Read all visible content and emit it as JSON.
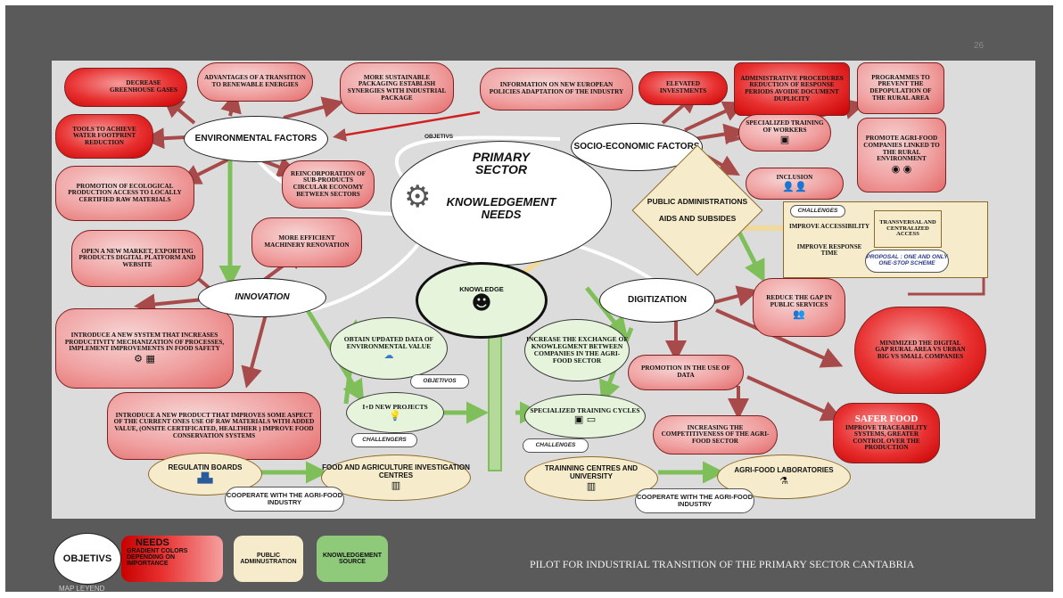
{
  "slide_number": "26",
  "footer": "PILOT FOR INDUSTRIAL TRANSITION OF THE PRIMARY SECTOR CANTABRIA",
  "legend": {
    "objetivs": "OBJETIVS",
    "needs_title": "NEEDS",
    "needs_text": "GRADIENT COLORS DEPENDING ON IMPORTANCE",
    "public": "PUBLIC ADMINUSTRATION",
    "knowledge": "KNOWLEDGEMENT SOURCE",
    "caption": "MAP LEYEND"
  },
  "colors": {
    "need": "#f0a0a0",
    "need_strong": "#e83030",
    "public": "#f6eccc",
    "knowledge": "#e6f4dc",
    "red_arrow": "#a84a4a",
    "green_arrow": "#7fbf5a"
  },
  "center": {
    "primary_sector": "PRIMARY SECTOR",
    "knowledgement_needs": "KNOWLEDGEMENT NEEDS"
  },
  "objectives": {
    "environmental": "ENVIRONMENTAL FACTORS",
    "socio": "SOCIO-ECONOMIC FACTORS",
    "innovation": "INNOVATION",
    "digitization": "DIGITIZATION"
  },
  "public_admin": {
    "title": "PUBLIC ADMINISTRATIONS",
    "subtitle": "AIDS AND SUBSIDES"
  },
  "challenges_box": {
    "label": "CHALLENGES",
    "improve_access": "IMPROVE ACCESSIBILITY",
    "improve_response": "IMPROVE RESPONSE TIME",
    "transversal": "TRANSVERSAL AND CENTRALIZED ACCESS",
    "proposal": "PROPOSAL : ONE AND ONLY ONE-STOP SCHEME"
  },
  "arrow_labels": {
    "objetivs": "OBJETIVS"
  },
  "needs": {
    "decrease_gases": "DECREASE GREENHOUSE GASES",
    "advantages": "ADVANTAGES OF A TRANSITION TO RENEWABLE ENERGIES",
    "packaging": "MORE SUSTAINABLE PACKAGING ESTABLISH SYNERGIES WITH INDUSTRIAL PACKAGE",
    "information": "INFORMATION ON NEW EUROPEAN POLICIES ADAPTATION OF THE INDUSTRY",
    "investments": "ELEVATED INVESTMENTS",
    "admin_procedures": "ADMINISTRATIVE PROCEDURES REDUCTION OF RESPONSE PERIODS AVOIDE DOCUMENT DUPLICITY",
    "programmes": "PROGRAMMES TO PREVENT THE DEPOPULATION OF THE RURAL AREA",
    "tools_water": "TOOLS TO ACHIEVE WATER FOOTPRINT REDUCTION",
    "training_workers": "SPECIALIZED TRAINING OF WORKERS",
    "promote_agri": "PROMOTE AGRI-FOOD COMPANIES LINKED TO THE RURAL ENVIRONMENT",
    "reincorporation": "REINCORPORATION OF SUB-PRODUCTS CIRCULAR ECONOMY BETWEEN SECTORS",
    "inclusion": "INCLUSION",
    "ecological": "PROMOTION OF ECOLOGICAL PRODUCTION ACCESS TO LOCALLY CERTIFIED RAW MATERIALS",
    "new_market": "OPEN A NEW MARKET, EXPORTING PRODUCTS DIGITAL PLATFORM AND WEBSITE",
    "machinery": "MORE EFFICIENT MACHINERY RENOVATION",
    "new_system": "INTRODUCE A NEW SYSTEM THAT INCREASES PRODUCTIVITY MECHANIZATION OF PROCESSES, IMPLEMENT IMPROVEMENTS IN FOOD SAFETY",
    "new_product": "INTRODUCE A NEW PRODUCT THAT IMPROVES SOME ASPECT OF THE CURRENT ONES USE OF RAW MATERIALS WITH ADDED VALUE, (ONSITE CERTIFICATED, HEALTHIER ) IMPROVE FOOD CONSERVATION SYSTEMS",
    "reduce_gap": "REDUCE THE GAP IN PUBLIC SERVICES",
    "minimized_gap": "MINIMIZED THE DIGITAL GAP RURAL AREA VS URBAN BIG VS SMALL COMPANIES",
    "promotion_data": "PROMOTION IN THE USE OF DATA",
    "competitiveness": "INCREASING THE COMPETITIVENESS OF THE AGRI-FOOD SECTOR",
    "safer_food": "SAFER FOOD",
    "safer_food_text": "IMPROVE TRACEABILITY SYSTEMS, GREATER CONTROL OVER THE PRODUCTION"
  },
  "knowledge_sources": {
    "knowledge": "KNOWLEDGE",
    "obtain_data": "OBTAIN UPDATED DATA OF ENVIRONMENTAL VALUE",
    "exchange": "INCREASE THE EXCHANGE OF KNOWLEGMENT BETWEEN COMPANIES IN THE AGRI-FOOD SECTOR",
    "id_projects": "I+D NEW PROJECTS",
    "training_cycles": "SPECIALIZED TRAINING CYCLES"
  },
  "clouds": {
    "objetivos": "OBJETIVOS",
    "challengers": "CHALLENGERS",
    "challenges": "CHALLENGES",
    "cooperate_left": "COOPERATE WITH THE AGRI-FOOD INDUSTRY",
    "cooperate_right": "COOPERATE WITH THE AGRI-FOOD INDUSTRY"
  },
  "bottom": {
    "regulatin": "REGULATIN BOARDS",
    "food_agri": "FOOD AND AGRICULTURE INVESTIGATION CENTRES",
    "training_centres": "TRAINNING CENTRES AND UNIVERSITY",
    "laboratories": "AGRI-FOOD LABORATORIES"
  }
}
